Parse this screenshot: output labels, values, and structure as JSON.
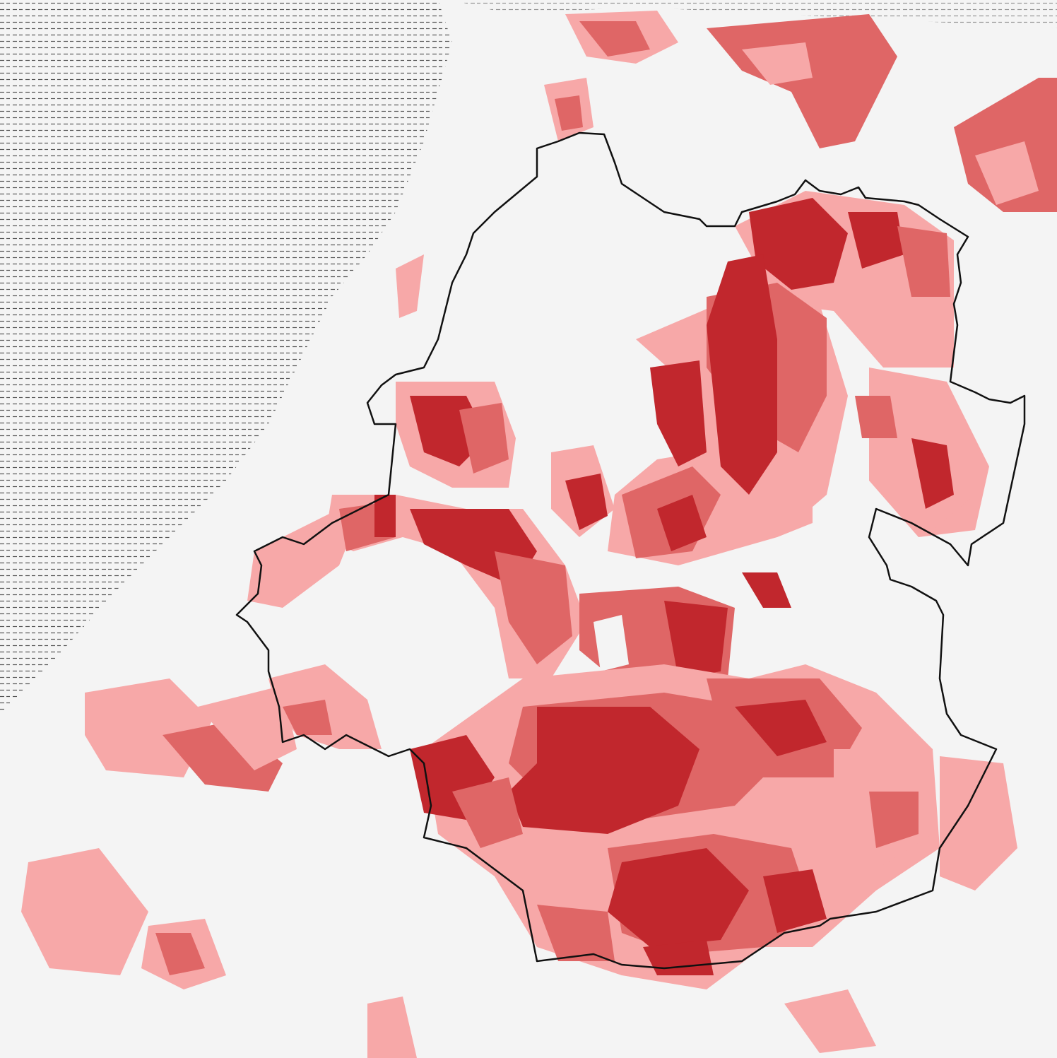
{
  "map": {
    "colors": {
      "background": "#f4f4f4",
      "water_hatch": "#555555",
      "class_light": "#f7a8a8",
      "class_medium": "#df6666",
      "class_dark": "#c1272d",
      "boundary": "#111111"
    },
    "classes": [
      {
        "id": "none",
        "color_key": "background",
        "level": 0
      },
      {
        "id": "light",
        "color_key": "class_light",
        "level": 1
      },
      {
        "id": "medium",
        "color_key": "class_medium",
        "level": 2
      },
      {
        "id": "dark",
        "color_key": "class_dark",
        "level": 3
      }
    ],
    "boundary_icon": "boundary-outline",
    "water_icon": "water-hatch-pattern"
  }
}
